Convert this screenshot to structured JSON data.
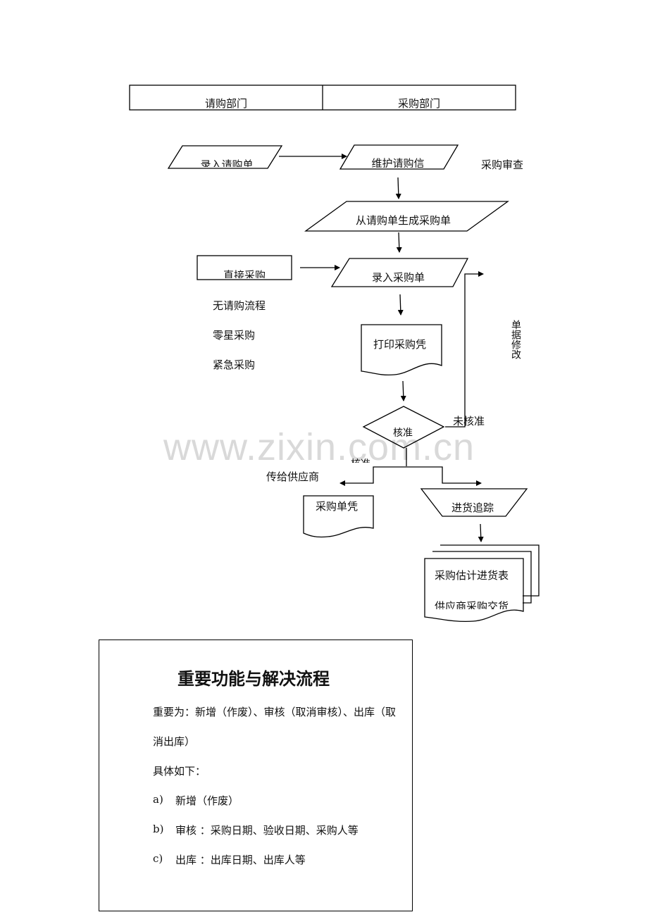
{
  "header": {
    "left": "请购部门",
    "right": "采购部门"
  },
  "flow": {
    "enter_requisition": "录入请购单",
    "maintain_requisition": "维护请购信",
    "purchase_review": "采购审查",
    "generate_po": "从请购单生成采购单",
    "direct_purchase": "直接采购",
    "enter_po": "录入采购单",
    "notes": [
      "无请购流程",
      "零星采购",
      "紧急采购"
    ],
    "print_voucher": "打印采购凭",
    "approve": "核准",
    "not_approved": "未核准",
    "approved": "核准",
    "revise": "单据修改",
    "send_supplier": "传给供应商",
    "po_voucher": "采购单凭",
    "tracking": "进货追踪",
    "report_1": "采购估计进货表",
    "report_2": "供应商采购交货"
  },
  "watermark": "www.zixin.com.cn",
  "section": {
    "title": "重要功能与解决流程",
    "intro_line1": "重要为：新增（作废）、审核（取消审核）、出库（取",
    "intro_line2": "消出库）",
    "detail_head": "具体如下：",
    "items": [
      {
        "marker": "a)",
        "text": "新增（作废）"
      },
      {
        "marker": "b)",
        "text": "审核 ：采购日期、验收日期、采购人等"
      },
      {
        "marker": "c)",
        "text": "出库 ：出库日期、出库人等"
      }
    ]
  }
}
